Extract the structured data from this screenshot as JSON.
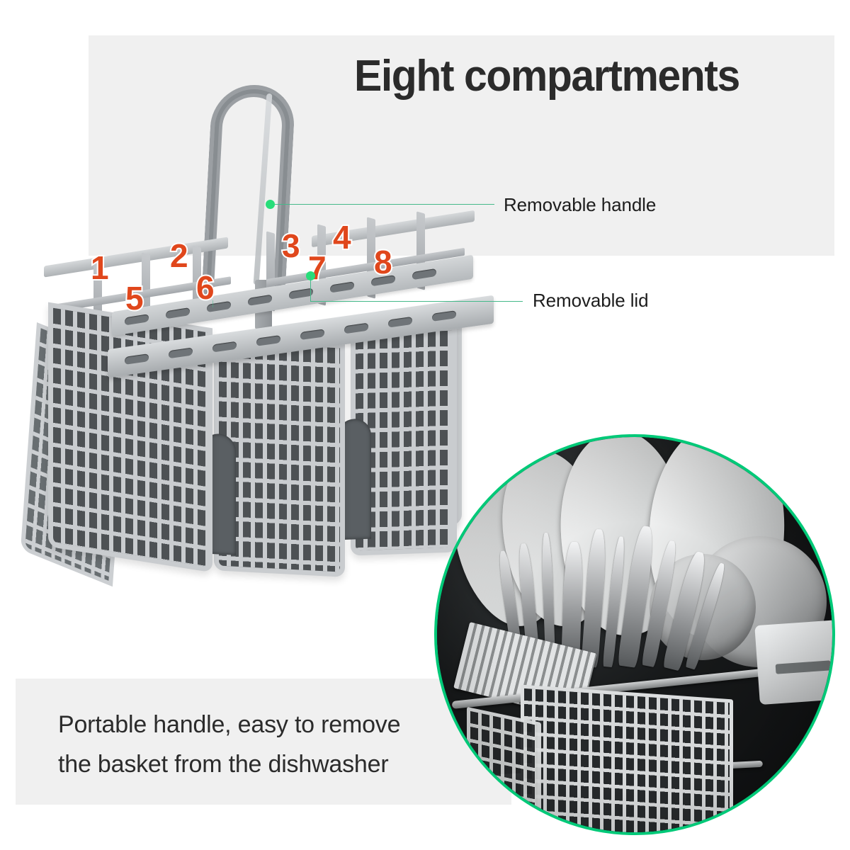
{
  "headline": {
    "text": "Eight compartments"
  },
  "caption": {
    "line1": "Portable handle, easy to remove",
    "line2": "the basket from the dishwasher"
  },
  "callouts": [
    {
      "label": "Removable handle"
    },
    {
      "label": "Removable lid"
    }
  ],
  "compartment_numbers": [
    "1",
    "2",
    "3",
    "4",
    "5",
    "6",
    "7",
    "8"
  ],
  "colors": {
    "panel_background": "#f0f0f0",
    "page_background": "#ffffff",
    "headline_text": "#2b2b2b",
    "caption_text": "#2b2b2b",
    "callout_text": "#1d1d1d",
    "leader_line": "#45b98a",
    "leader_dot": "#27dd79",
    "number_fill": "#e0471c",
    "number_outline": "#ffffff",
    "circle_border": "#00c978",
    "basket_plastic": "#c9cccf"
  },
  "product": {
    "name": "dishwasher-cutlery-basket",
    "icon": "basket-icon"
  },
  "photo_inset": {
    "name": "dishwasher-rack-photo",
    "description": "loaded-dishwasher-rack"
  }
}
